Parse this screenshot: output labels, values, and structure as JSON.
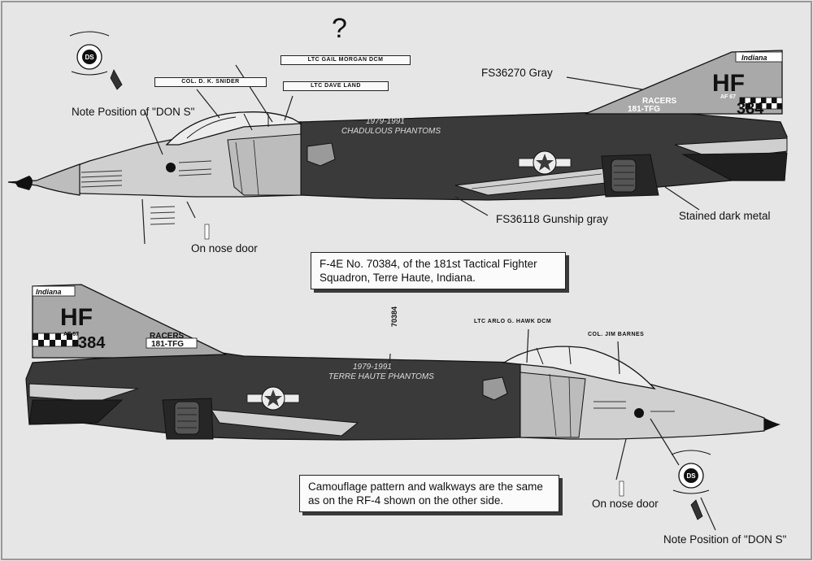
{
  "question_mark": "?",
  "callouts": {
    "fs36270": "FS36270 Gray",
    "fs36118": "FS36118 Gunship gray",
    "stained_metal": "Stained dark metal",
    "don_s_top": "Note Position of \"DON S\"",
    "don_s_bottom": "Note Position of \"DON S\"",
    "nose_door_top": "On nose door",
    "nose_door_bottom": "On nose door"
  },
  "infobox_top": {
    "line1": "F-4E No. 70384, of the 181st Tactical Fighter",
    "line2": "Squadron, Terre Haute, Indiana."
  },
  "infobox_bottom": {
    "line1": "Camouflage pattern and walkways are the same",
    "line2": "as on the RF-4 shown on the other side."
  },
  "name_strips": {
    "ltc_morgan": "LTC GAIL MORGAN DCM",
    "col_snider": "COL. D. K. SNIDER",
    "ltc_land": "LTC DAVE LAND",
    "ltc_hawk": "LTC ARLO G. HAWK DCM",
    "col_barnes": "COL. JIM BARNES"
  },
  "aircraft_markings": {
    "state": "Indiana",
    "tail_code": "HF",
    "af_year": "AF 67",
    "tail_number": "384",
    "racers": "RACERS",
    "unit": "181-TFG",
    "banner_top_years": "1979-1991",
    "banner_top_name": "CHADULOUS PHANTOMS",
    "banner_bottom_years": "1979-1991",
    "banner_bottom_name": "TERRE HAUTE PHANTOMS",
    "serial_vertical": "70384"
  },
  "colors": {
    "background": "#e6e6e6",
    "fs36118_gunship_gray": "#3a3a3a",
    "fs36270_gray": "#a9a9a9",
    "light_gray": "#cfcfcf",
    "stained_metal": "#262626"
  }
}
